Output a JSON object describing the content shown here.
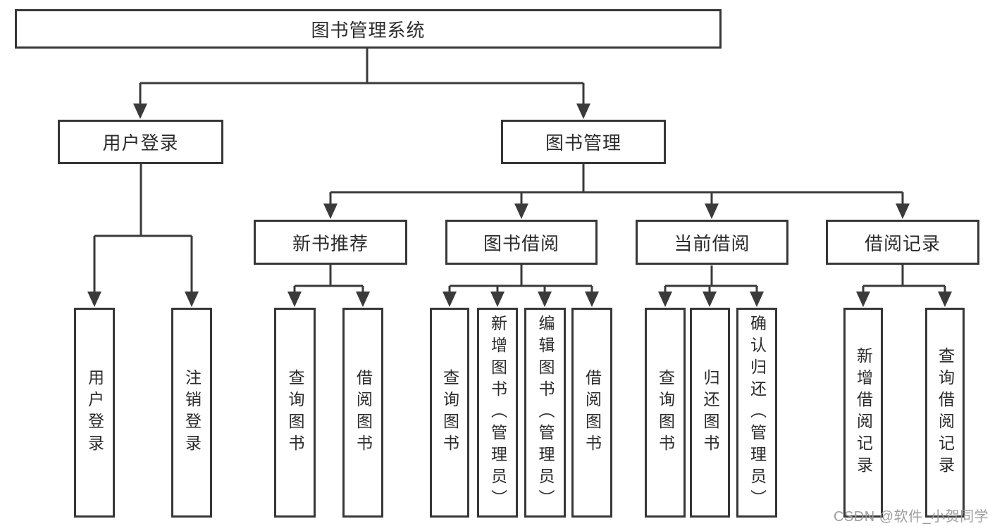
{
  "diagram_type": "hierarchy-diagram",
  "tree": {
    "label": "图书管理系统",
    "children": [
      {
        "label": "用户登录",
        "children": [
          {
            "label": "用户登录"
          },
          {
            "label": "注销登录"
          }
        ]
      },
      {
        "label": "图书管理",
        "children": [
          {
            "label": "新书推荐",
            "children": [
              {
                "label": "查询图书"
              },
              {
                "label": "借阅图书"
              }
            ]
          },
          {
            "label": "图书借阅",
            "children": [
              {
                "label": "查询图书"
              },
              {
                "label": "新增图书（管理员）"
              },
              {
                "label": "编辑图书（管理员）"
              },
              {
                "label": "借阅图书"
              }
            ]
          },
          {
            "label": "当前借阅",
            "children": [
              {
                "label": "查询图书"
              },
              {
                "label": "归还图书"
              },
              {
                "label": "确认归还（管理员）"
              }
            ]
          },
          {
            "label": "借阅记录",
            "children": [
              {
                "label": "新增借阅记录"
              },
              {
                "label": "查询借阅记录"
              }
            ]
          }
        ]
      }
    ]
  },
  "watermark": {
    "text": "CSDN @软件_小贺同学"
  },
  "colors": {
    "line": "#3a3a3a",
    "box_border": "#373737",
    "text": "#2b2b2b",
    "watermark": "#989898",
    "background": "#ffffff"
  }
}
